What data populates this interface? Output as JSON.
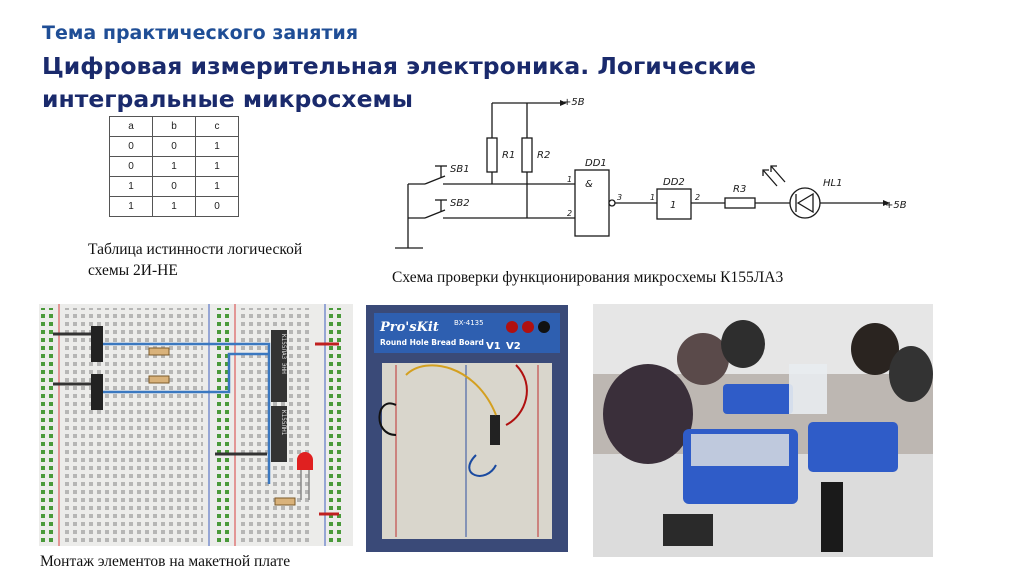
{
  "header": {
    "subtitle": "Тема практического занятия",
    "title_line1": "Цифровая измерительная электроника. Логические",
    "title_line2": "интегральные микросхемы"
  },
  "truth_table": {
    "headers": [
      "a",
      "b",
      "c"
    ],
    "rows": [
      [
        "0",
        "0",
        "1"
      ],
      [
        "0",
        "1",
        "1"
      ],
      [
        "1",
        "0",
        "1"
      ],
      [
        "1",
        "1",
        "0"
      ]
    ],
    "caption": "Таблица истинности логической схемы 2И-НЕ"
  },
  "circuit": {
    "caption": "Схема проверки функционирования микросхемы К155ЛА3",
    "labels": {
      "plus5v_top": "+5В",
      "plus5v_right": "+5В",
      "r1": "R1",
      "r2": "R2",
      "sb1": "SB1",
      "sb2": "SB2",
      "dd1": "DD1",
      "dd1_symbol": "&",
      "dd2": "DD2",
      "dd2_symbol": "1",
      "r3": "R3",
      "hl1": "HL1",
      "pin1": "1",
      "pin2": "2",
      "pin3": "3",
      "dd2_pin1": "1",
      "dd2_pin2": "2"
    }
  },
  "breadboard": {
    "caption": "Монтаж элементов на макетной плате",
    "chip_label1": "K155ЛА3 ЭНН",
    "chip_label2": "K155ЛН1"
  },
  "proskit": {
    "brand": "Pro'sKit",
    "model": "BX-4135",
    "product": "Round Hole Bread Board",
    "v1": "V1",
    "v2": "V2"
  }
}
